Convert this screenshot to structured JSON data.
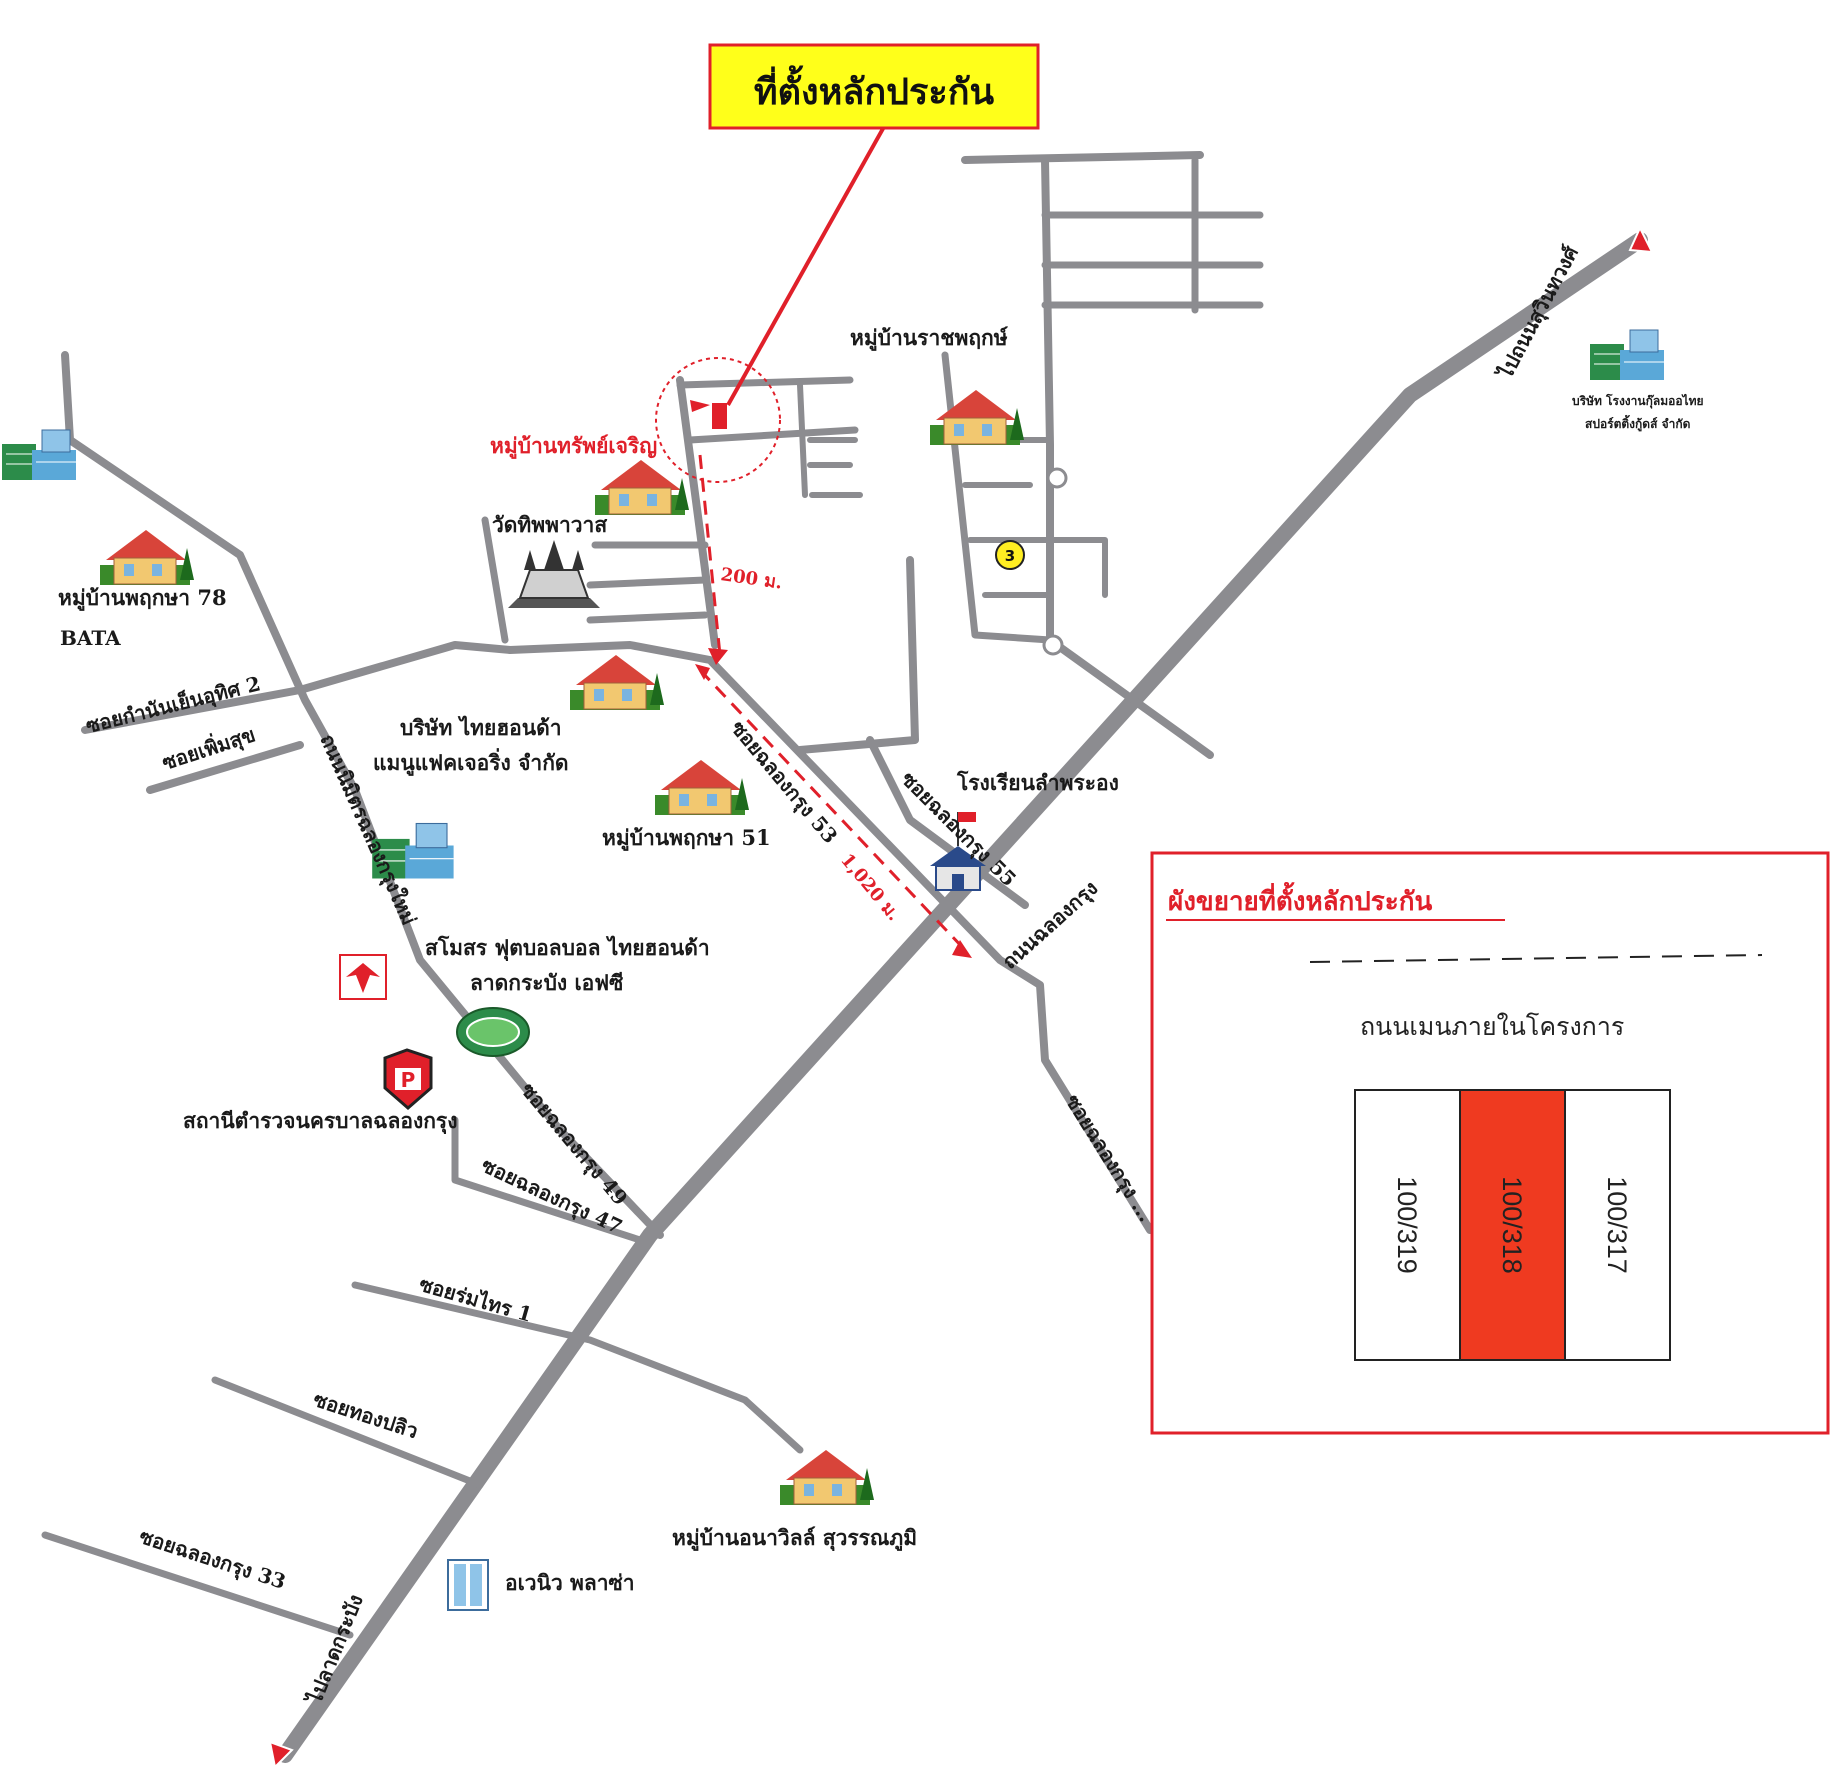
{
  "title": "ที่ตั้งหลักประกัน",
  "colors": {
    "road": "#8c8c90",
    "highlight": "#e0202a",
    "callout_fill": "#ffff1a",
    "plot_fill": "#ef3a20"
  },
  "labels": {
    "subject_village": "หมู่บ้านทรัพย์เจริญ",
    "temple": "วัดทิพพาวาส",
    "village_ratchaphruek": "หมู่บ้านราชพฤกษ์",
    "village_phruksa78": "หมู่บ้านพฤกษา 78",
    "bata": "BATA",
    "company_thaihonda_1": "บริษัท ไทยฮอนด้า",
    "company_thaihonda_2": "แมนูแฟคเจอริ่ง จำกัด",
    "village_phruksa51": "หมู่บ้านพฤกษา 51",
    "school": "โรงเรียนลำพระอง",
    "football_club_1": "สโมสร ฟุตบอลบอล ไทยฮอนด้า",
    "football_club_2": "ลาดกระบัง เอฟซี",
    "police_station": "สถานีตำรวจนครบาลฉลองกรุง",
    "village_anawilla": "หมู่บ้านอนาวิลล์ สุวรรณภูมิ",
    "avenue_plaza": "อเวนิว พลาซ่า",
    "company_top_right_1": "บริษัท โรงงานกุ๊ลมออไทย",
    "company_top_right_2": "สปอร์ตติ้งกู้ดส์ จำกัด",
    "dist_200": "200 ม.",
    "dist_1020": "1,020 ม.",
    "badge_3": "3"
  },
  "roads": {
    "soi_kamnan_2": "ซอยกำนันเย็นอุทิศ 2",
    "soi_phoemsuk": "ซอยเพิ่มสุข",
    "road_nimit": "ถนนนิมิตรฉลองกรุงใหม่",
    "soi_chalong_53": "ซอยฉลองกรุง 53",
    "soi_chalong_55": "ซอยฉลองกรุง 55",
    "road_chalongkrung": "ถนนฉลองกรุง",
    "soi_chalong_49": "ซอยฉลองกรุง 49",
    "soi_chalong_47": "ซอยฉลองกรุง 47",
    "soi_chalong_right": "ซอยฉลองกรุง ...",
    "soi_romsai_1": "ซอยร่มไทร 1",
    "soi_thongplio": "ซอยทองปลิว",
    "soi_chalong_33": "ซอยฉลองกรุง 33",
    "to_sukhumvit": "ไปถนนสุวินทวงศ์",
    "to_latkrabang": "ไปลาดกระบัง"
  },
  "inset": {
    "title": "ผังขยายที่ตั้งหลักประกัน",
    "main_road": "ถนนเมนภายในโครงการ",
    "plots": [
      "100/319",
      "100/318",
      "100/317"
    ],
    "highlighted_plot": "100/318"
  }
}
